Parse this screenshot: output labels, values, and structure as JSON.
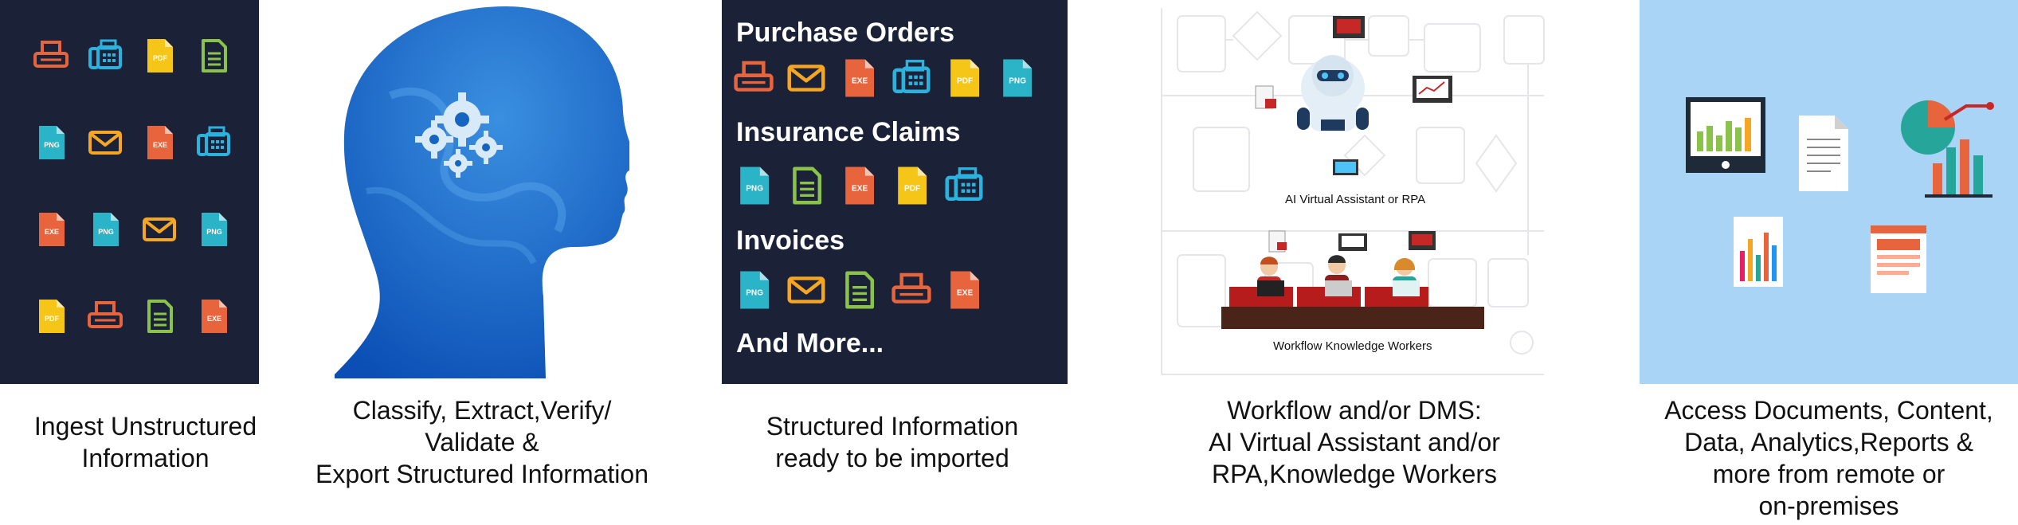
{
  "panels": {
    "ingest": {
      "caption": [
        "Ingest Unstructured",
        "Information"
      ],
      "icons": [
        {
          "type": "fax",
          "color": "#e8643c"
        },
        {
          "type": "fax-machine",
          "color": "#2bb3e0"
        },
        {
          "type": "pdf",
          "color": "#f5c518",
          "label": "PDF"
        },
        {
          "type": "doc",
          "color": "#8bc34a"
        },
        {
          "type": "png",
          "color": "#2bb3c8",
          "label": "PNG"
        },
        {
          "type": "email",
          "color": "#f5a623"
        },
        {
          "type": "exe",
          "color": "#e8643c",
          "label": "EXE"
        },
        {
          "type": "fax-machine",
          "color": "#2bb3e0"
        },
        {
          "type": "exe",
          "color": "#e8643c",
          "label": "EXE"
        },
        {
          "type": "png",
          "color": "#2bb3c8",
          "label": "PNG"
        },
        {
          "type": "email",
          "color": "#f5a623"
        },
        {
          "type": "png",
          "color": "#2bb3c8",
          "label": "PNG"
        },
        {
          "type": "pdf",
          "color": "#f5c518",
          "label": "PDF"
        },
        {
          "type": "fax",
          "color": "#e8643c"
        },
        {
          "type": "doc",
          "color": "#8bc34a"
        },
        {
          "type": "exe",
          "color": "#e8643c",
          "label": "EXE"
        }
      ]
    },
    "classify": {
      "caption": [
        "Classify, Extract,Verify/",
        "Validate &",
        "Export Structured Information"
      ],
      "colors": {
        "head": "#1565c0",
        "gear": "#d8eaf7"
      }
    },
    "structured": {
      "caption": [
        "Structured Information",
        "ready to be imported"
      ],
      "sections": [
        {
          "heading": "Purchase Orders",
          "icons": [
            {
              "type": "fax",
              "color": "#e8643c"
            },
            {
              "type": "email",
              "color": "#f5a623"
            },
            {
              "type": "exe",
              "color": "#e8643c",
              "label": "EXE"
            },
            {
              "type": "fax-machine",
              "color": "#2bb3e0"
            },
            {
              "type": "pdf",
              "color": "#f5c518",
              "label": "PDF"
            },
            {
              "type": "png",
              "color": "#2bb3c8",
              "label": "PNG"
            }
          ]
        },
        {
          "heading": "Insurance Claims",
          "icons": [
            {
              "type": "png",
              "color": "#2bb3c8",
              "label": "PNG"
            },
            {
              "type": "doc",
              "color": "#8bc34a"
            },
            {
              "type": "exe",
              "color": "#e8643c",
              "label": "EXE"
            },
            {
              "type": "pdf",
              "color": "#f5c518",
              "label": "PDF"
            },
            {
              "type": "fax-machine",
              "color": "#2bb3e0"
            }
          ]
        },
        {
          "heading": "Invoices",
          "icons": [
            {
              "type": "png",
              "color": "#2bb3c8",
              "label": "PNG"
            },
            {
              "type": "email",
              "color": "#f5a623"
            },
            {
              "type": "doc",
              "color": "#8bc34a"
            },
            {
              "type": "fax",
              "color": "#e8643c"
            },
            {
              "type": "exe",
              "color": "#e8643c",
              "label": "EXE"
            }
          ]
        },
        {
          "heading": "And More...",
          "icons": []
        }
      ]
    },
    "workflow": {
      "caption": [
        "Workflow and/or DMS:",
        "AI Virtual Assistant and/or",
        "RPA,Knowledge Workers"
      ],
      "assistant_label": "AI Virtual Assistant or RPA",
      "workers_label": "Workflow Knowledge Workers"
    },
    "access": {
      "caption": [
        "Access Documents, Content,",
        "Data, Analytics,Reports &",
        "more from remote or",
        "on-premises"
      ],
      "colors": {
        "bg": "#a9d4f5"
      }
    }
  }
}
